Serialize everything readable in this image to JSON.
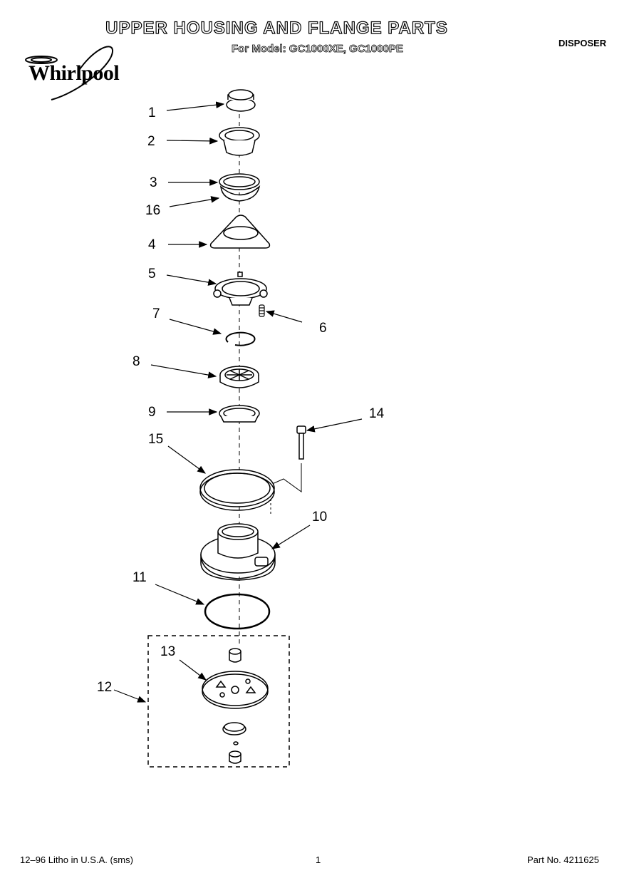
{
  "header": {
    "title": "UPPER HOUSING AND FLANGE PARTS",
    "subtitle": "For Model: GC1000XE, GC1000PE",
    "category": "DISPOSER",
    "brand": "Whirlpool"
  },
  "callouts": [
    {
      "id": "c1",
      "label": "1"
    },
    {
      "id": "c2",
      "label": "2"
    },
    {
      "id": "c3",
      "label": "3"
    },
    {
      "id": "c16",
      "label": "16"
    },
    {
      "id": "c4",
      "label": "4"
    },
    {
      "id": "c5",
      "label": "5"
    },
    {
      "id": "c6",
      "label": "6"
    },
    {
      "id": "c7",
      "label": "7"
    },
    {
      "id": "c8",
      "label": "8"
    },
    {
      "id": "c9",
      "label": "9"
    },
    {
      "id": "c14",
      "label": "14"
    },
    {
      "id": "c15",
      "label": "15"
    },
    {
      "id": "c10",
      "label": "10"
    },
    {
      "id": "c11",
      "label": "11"
    },
    {
      "id": "c13",
      "label": "13"
    },
    {
      "id": "c12",
      "label": "12"
    }
  ],
  "footer": {
    "left": "12–96 Litho in U.S.A. (sms)",
    "page": "1",
    "right": "Part No. 4211625"
  }
}
